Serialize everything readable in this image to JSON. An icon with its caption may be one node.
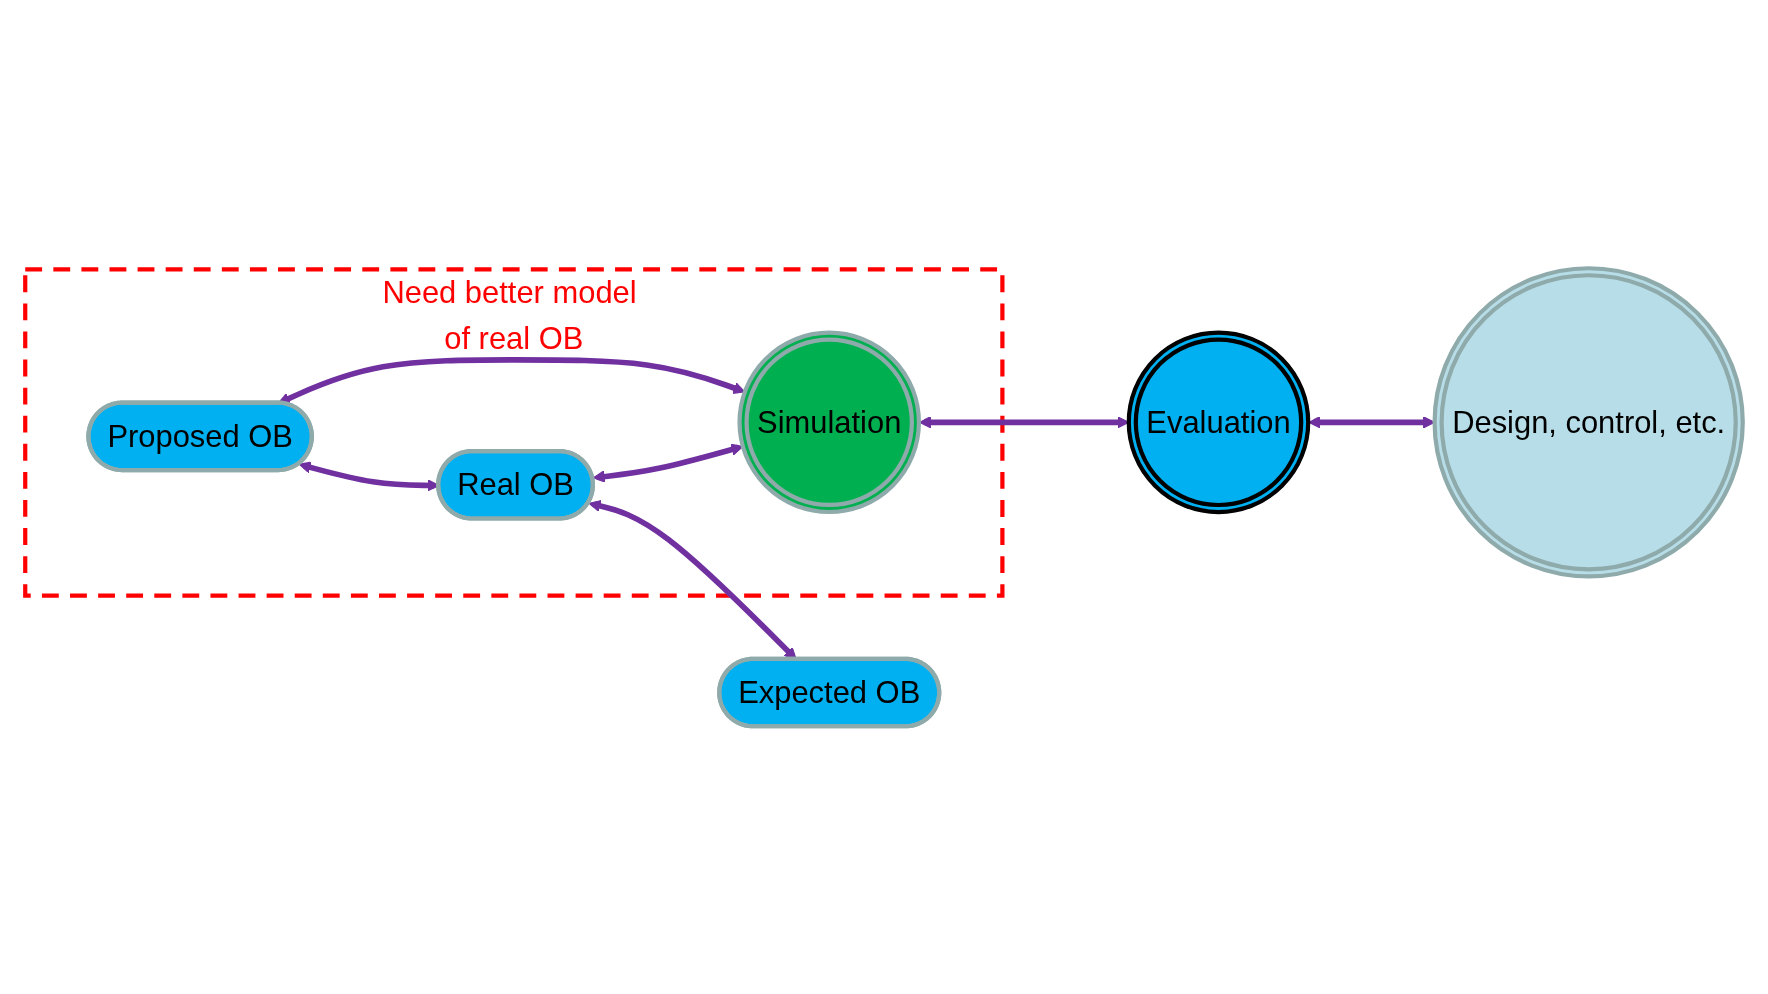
{
  "diagram": {
    "nodes": [
      {
        "text": [
          "Need better model of real OB"
        ]
      },
      {
        "text": [
          "Proposed OB"
        ],
        "in": 0
      },
      {
        "text": [
          "Real OB"
        ],
        "in": 0
      },
      {
        "text": [
          "Simulation"
        ],
        "in": 0
      },
      {
        "text": [
          "Expected OB"
        ]
      },
      {
        "text": [
          "Evaluation"
        ]
      },
      {
        "text": [
          "Design, control, etc."
        ]
      }
    ],
    "edges": [
      {
        "from": 1,
        "to": 3,
        "arrow": "both"
      },
      {
        "from": 2,
        "to": 3,
        "arrow": "both"
      },
      {
        "from": 1,
        "to": 2,
        "arrow": "both"
      },
      {
        "from": 2,
        "to": 4,
        "arrow": "both"
      },
      {
        "from": 3,
        "to": 5,
        "arrow": "both"
      },
      {
        "from": 5,
        "to": 6,
        "arrow": "both"
      }
    ]
  }
}
